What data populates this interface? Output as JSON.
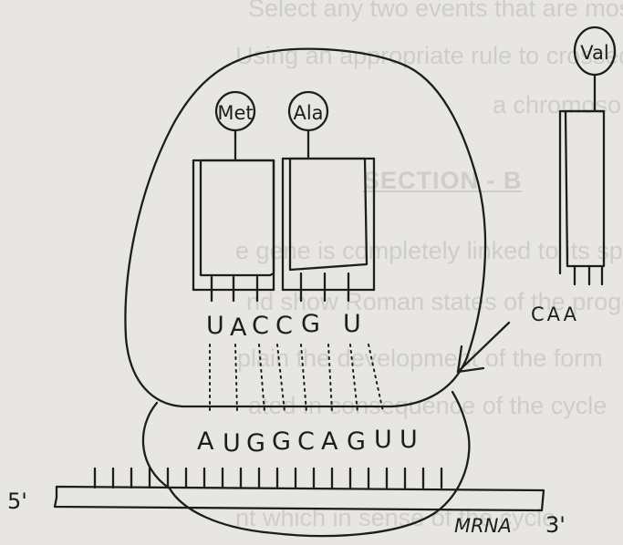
{
  "background_text": [
    "Select any two events that are most likely to",
    "Using an appropriate rule to crossed organ",
    "a chromosome genes",
    "SECTION - B",
    "e gene is completely linked to its species c",
    "nd show Roman states of the progeny",
    "plain the development of the form",
    "ated in consequence of the cycle",
    "nt which in sense of the cycle"
  ],
  "amino_acids": {
    "met": "Met",
    "ala": "Ala",
    "val": "Val"
  },
  "anticodons": [
    "U",
    "A",
    "C",
    "C",
    "G",
    "U"
  ],
  "incoming_anticodon": "CAA",
  "codons": [
    "A",
    "U",
    "G",
    "G",
    "C",
    "A",
    "G",
    "U",
    "U"
  ],
  "mrna": {
    "five_prime": "5'",
    "label": "MRNA",
    "three_prime": "3'"
  }
}
